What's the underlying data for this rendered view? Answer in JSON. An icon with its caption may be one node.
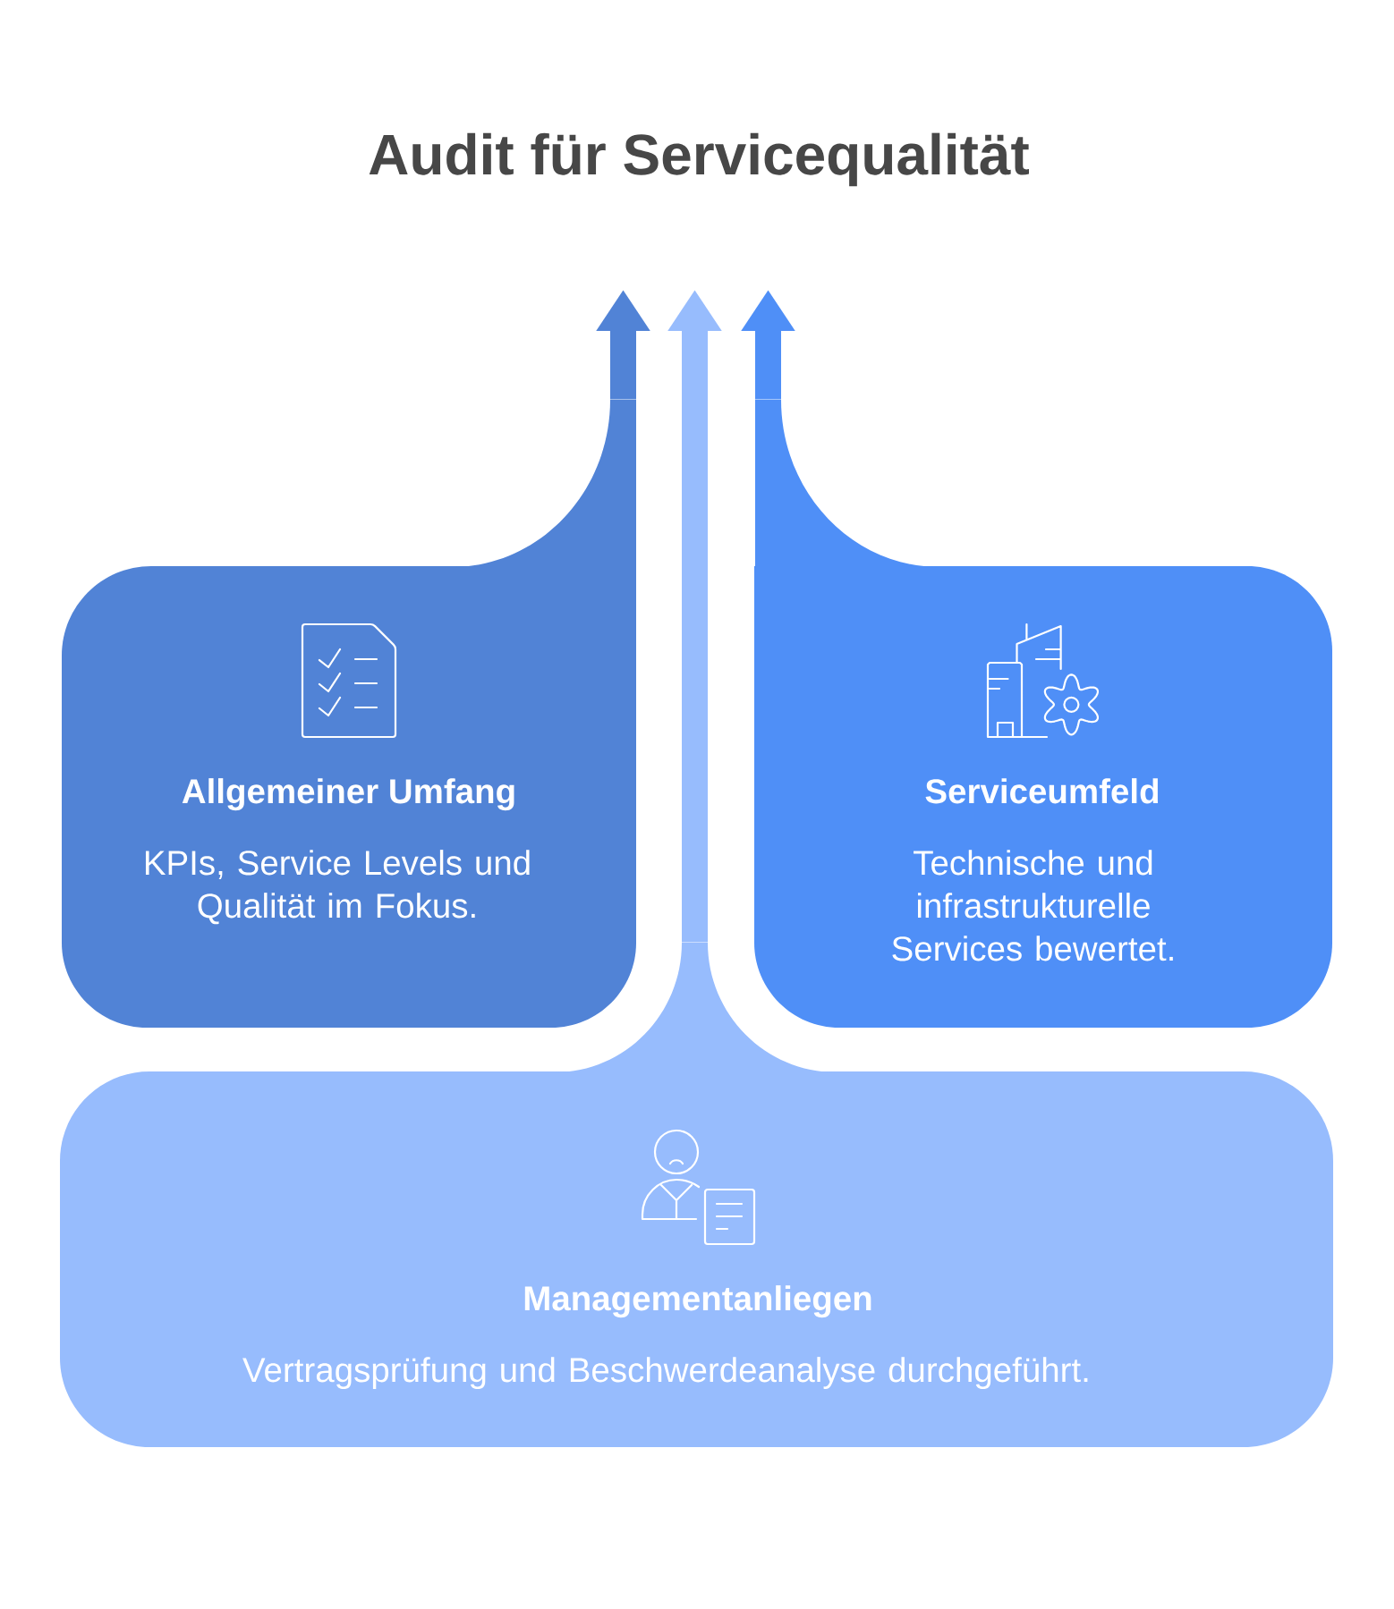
{
  "diagram": {
    "title": "Audit für Servicequalität",
    "nodes": [
      {
        "text": [
          "Allgemeiner Umfang",
          "KPIs, Service Levels und Qualität im Fokus."
        ]
      },
      {
        "text": [
          "Serviceumfeld",
          "Technische und infrastrukturelle Services bewertet."
        ]
      },
      {
        "text": [
          "Managementanliegen",
          "Vertragsprüfung und Beschwerdeanalyse durchgeführt."
        ]
      }
    ],
    "edges": [
      {
        "from": 0,
        "to": null,
        "arrow": "to",
        "color": "#5183d6"
      },
      {
        "from": 2,
        "to": null,
        "arrow": "to",
        "color": "#97bcfd"
      },
      {
        "from": 1,
        "to": null,
        "arrow": "to",
        "color": "#4f8ff7"
      }
    ]
  }
}
